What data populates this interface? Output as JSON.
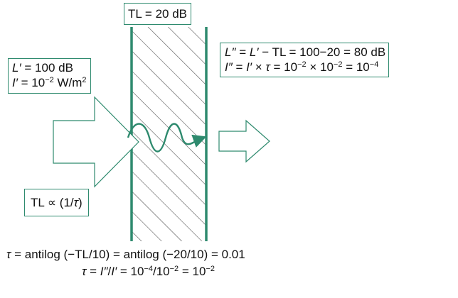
{
  "colors": {
    "accent": "#2e8a6e",
    "line": "#2e8a6e",
    "text": "#111111"
  },
  "tl_box": {
    "text": "TL = 20 dB"
  },
  "incident": {
    "L_sym": "L′",
    "L_rest": " = 100 dB",
    "I_sym": "I′",
    "I_rest": " = 10",
    "I_exp": "−2",
    "I_unit": " W/m",
    "I_unit_exp": "2"
  },
  "transmitted": {
    "L_sym": "L″",
    "L_eq": " = ",
    "L_sym2": "L′",
    "L_rest": " − TL = 100−20 = 80 dB",
    "I_sym": "I″",
    "I_eq": " = ",
    "I_sym2": "I′",
    "I_times": " × ",
    "tau": "τ",
    "I_mid": " = 10",
    "I_exp1": "−2",
    "I_x": " × 10",
    "I_exp2": "−2",
    "I_eq2": " = 10",
    "I_exp3": "−4"
  },
  "proportional": {
    "pre": "TL ∝ (1/",
    "tau": "τ",
    "post": ")"
  },
  "formula1": {
    "tau": "τ",
    "text": " = antilog (−TL/10) = antilog (−20/10) = 0.01"
  },
  "formula2": {
    "tau": "τ",
    "eq": " = ",
    "I2": "I″",
    "slash": "/",
    "I1": "I′",
    "a": " = 10",
    "e1": "−4",
    "b": "/10",
    "e2": "−2",
    "c": " = 10",
    "e3": "−2"
  }
}
